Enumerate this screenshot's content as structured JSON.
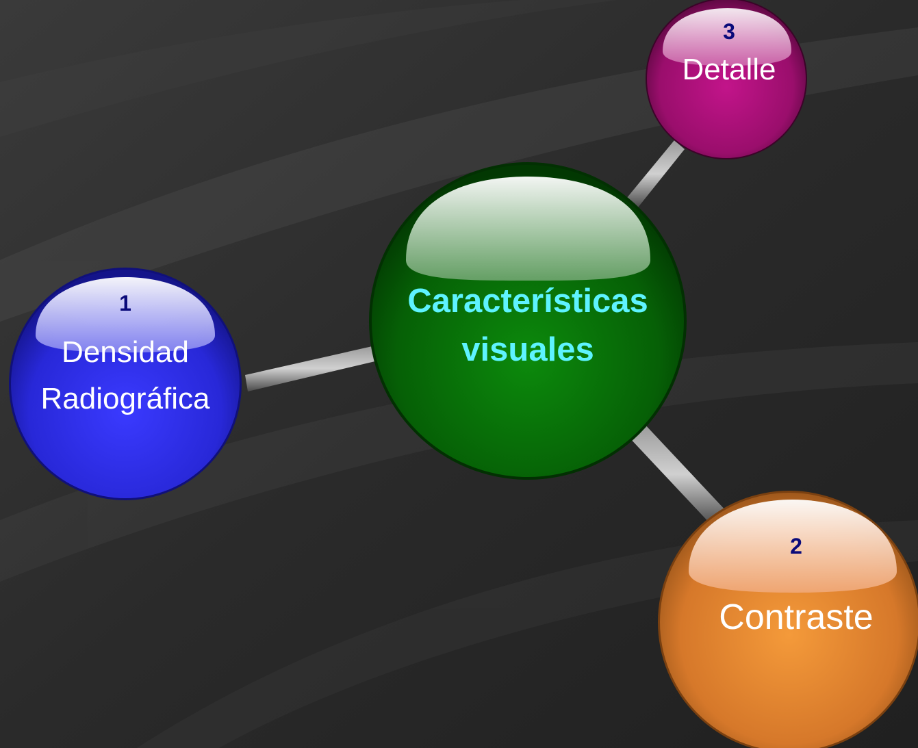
{
  "center": {
    "title_line1": "Características",
    "title_line2": "visuales",
    "color": "#0a6b0a",
    "text_color": "#5ef3ff"
  },
  "nodes": [
    {
      "number": "1",
      "line1": "Densidad",
      "line2": "Radiográfica",
      "color": "#2e2ee8"
    },
    {
      "number": "2",
      "line1": "Contraste",
      "color": "#e8842a"
    },
    {
      "number": "3",
      "line1": "Detalle",
      "color": "#b0107a"
    }
  ]
}
